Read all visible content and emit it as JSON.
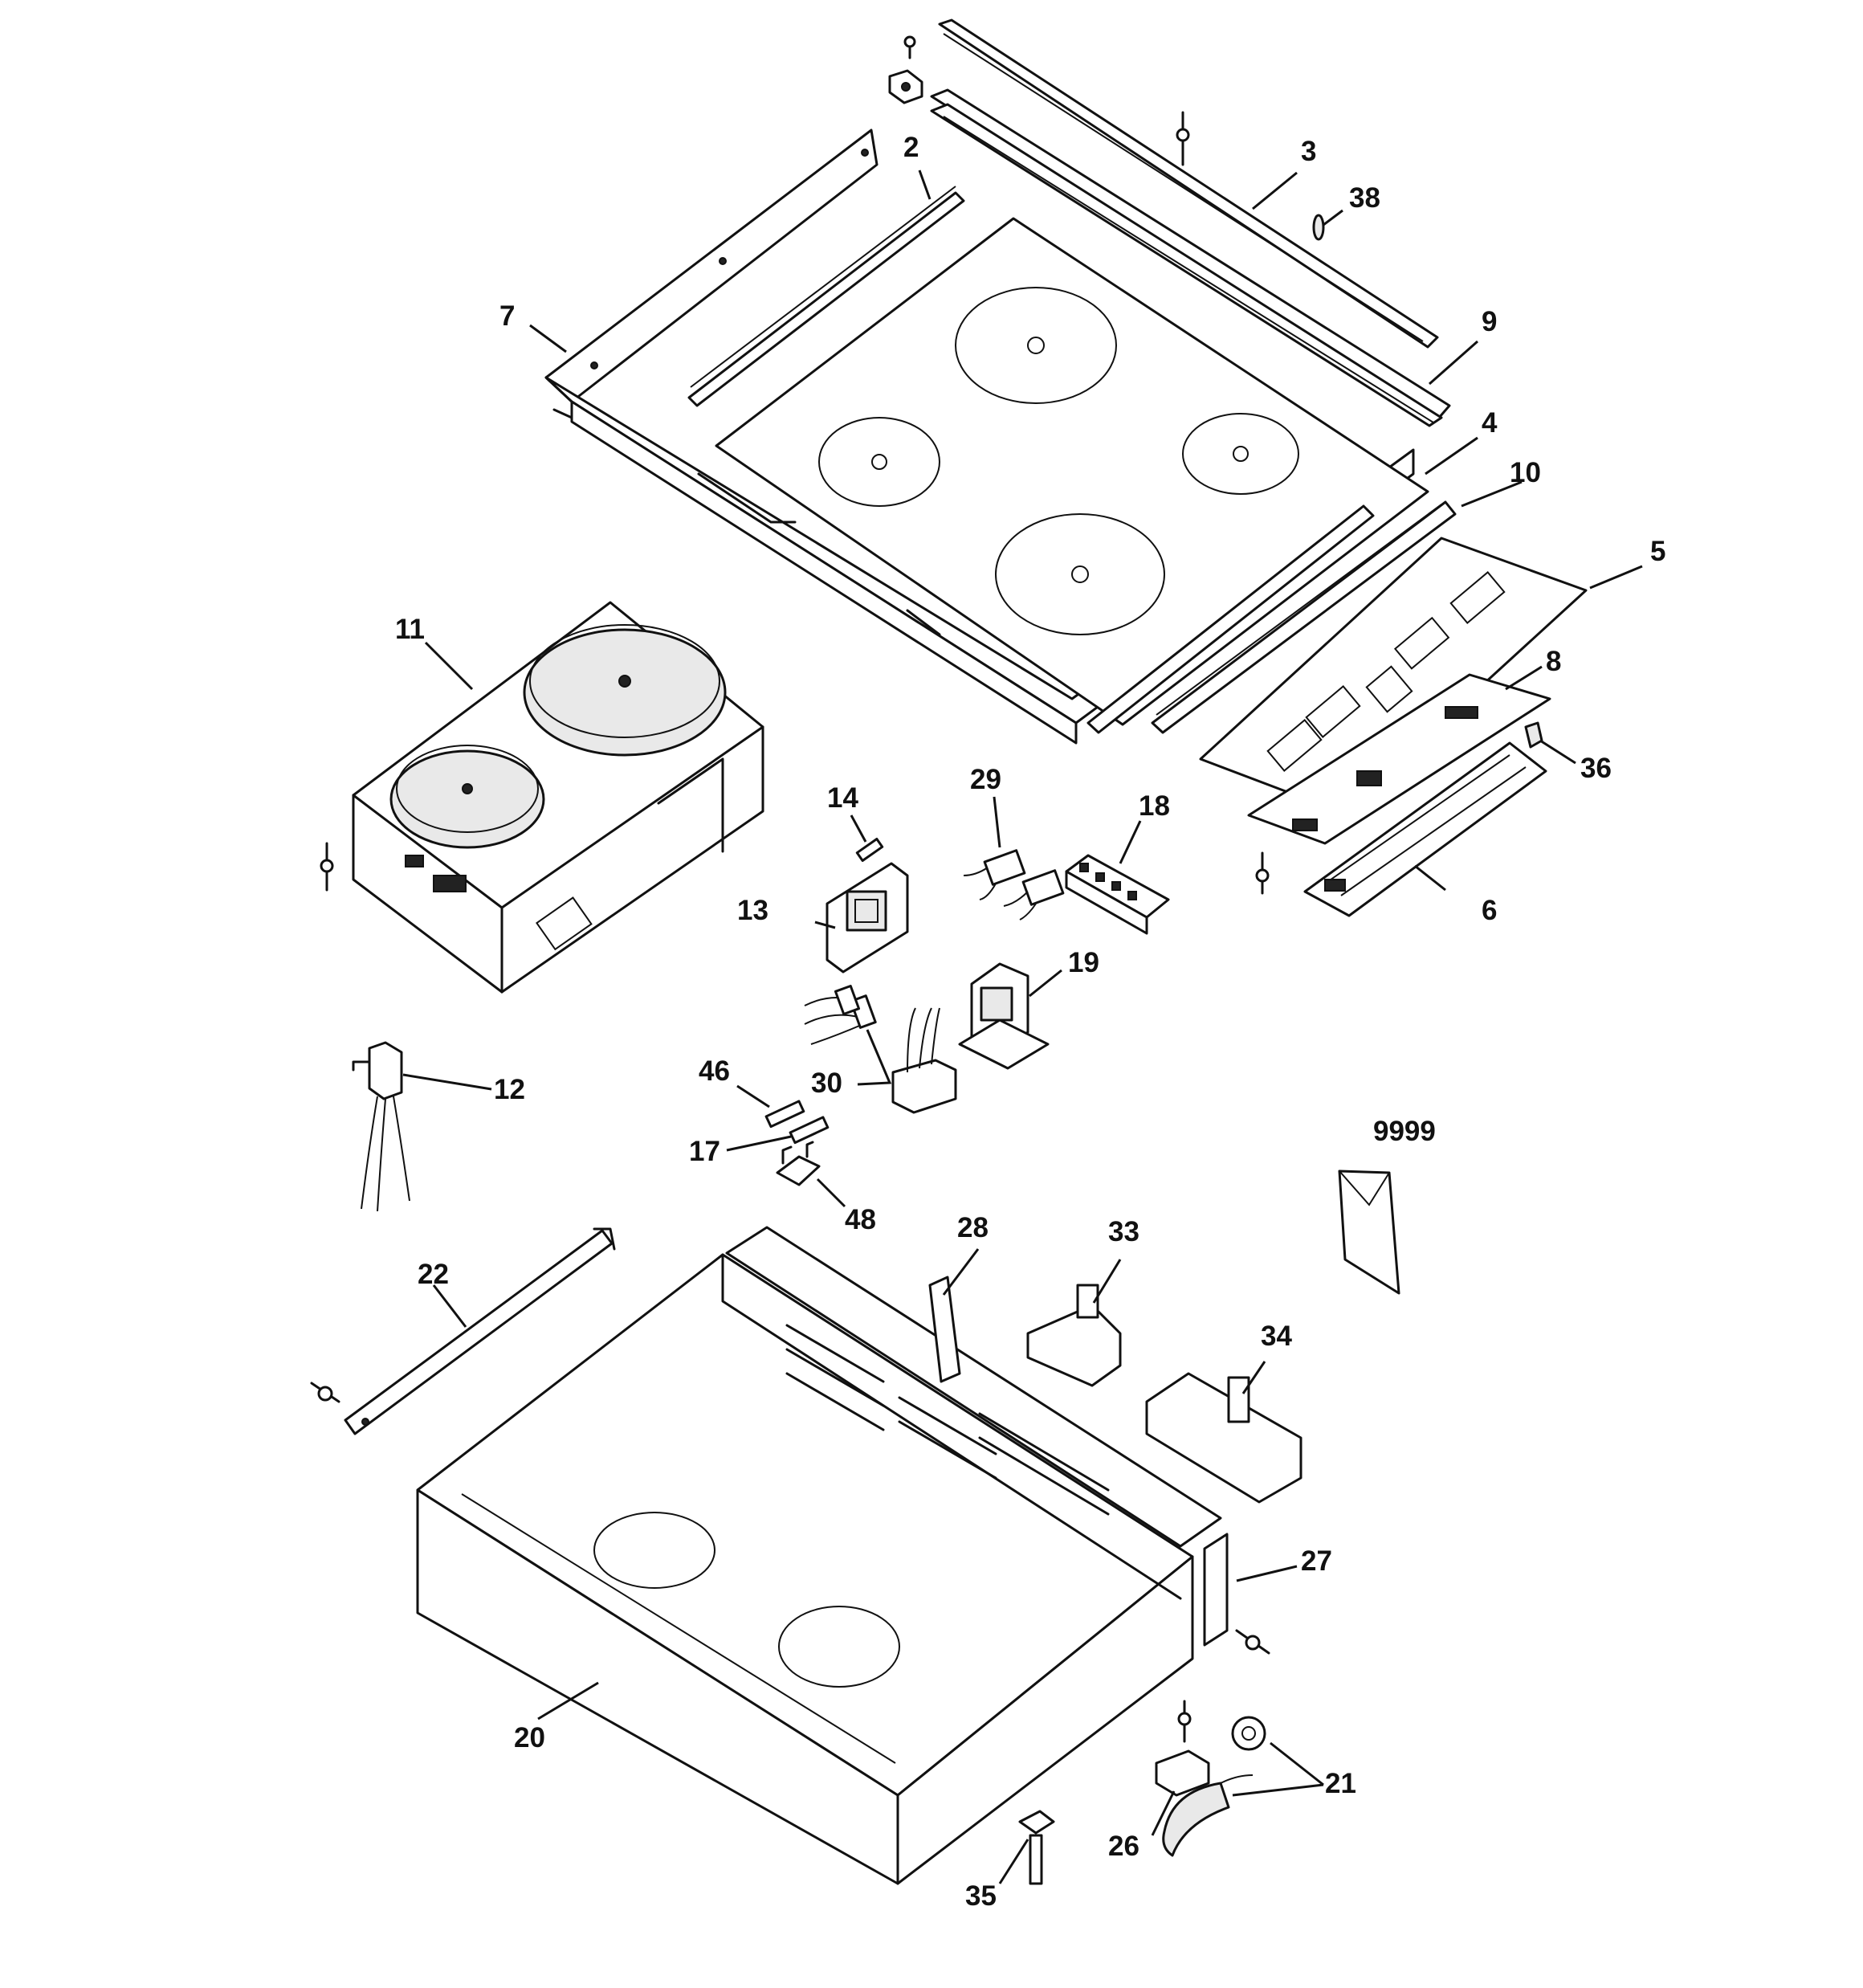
{
  "callouts": [
    {
      "id": "2",
      "text": "2"
    },
    {
      "id": "3",
      "text": "3"
    },
    {
      "id": "38",
      "text": "38"
    },
    {
      "id": "7",
      "text": "7"
    },
    {
      "id": "9",
      "text": "9"
    },
    {
      "id": "4",
      "text": "4"
    },
    {
      "id": "10",
      "text": "10"
    },
    {
      "id": "5",
      "text": "5"
    },
    {
      "id": "11",
      "text": "11"
    },
    {
      "id": "8",
      "text": "8"
    },
    {
      "id": "36",
      "text": "36"
    },
    {
      "id": "14",
      "text": "14"
    },
    {
      "id": "29",
      "text": "29"
    },
    {
      "id": "18",
      "text": "18"
    },
    {
      "id": "13",
      "text": "13"
    },
    {
      "id": "6",
      "text": "6"
    },
    {
      "id": "19",
      "text": "19"
    },
    {
      "id": "46",
      "text": "46"
    },
    {
      "id": "30",
      "text": "30"
    },
    {
      "id": "12",
      "text": "12"
    },
    {
      "id": "17",
      "text": "17"
    },
    {
      "id": "9999",
      "text": "9999"
    },
    {
      "id": "48",
      "text": "48"
    },
    {
      "id": "28",
      "text": "28"
    },
    {
      "id": "33",
      "text": "33"
    },
    {
      "id": "22",
      "text": "22"
    },
    {
      "id": "34",
      "text": "34"
    },
    {
      "id": "27",
      "text": "27"
    },
    {
      "id": "20",
      "text": "20"
    },
    {
      "id": "21",
      "text": "21"
    },
    {
      "id": "26",
      "text": "26"
    },
    {
      "id": "35",
      "text": "35"
    }
  ]
}
